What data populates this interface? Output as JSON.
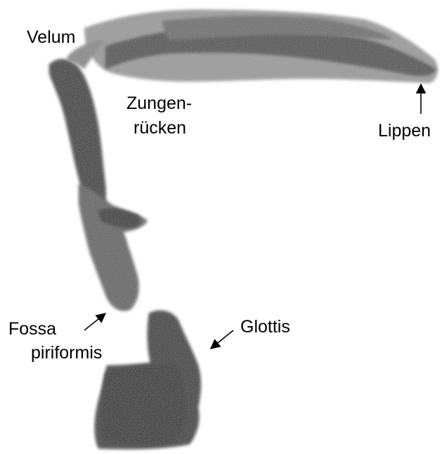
{
  "labels": {
    "velum": "Velum",
    "zungenruecken_line1": "Zungen-",
    "zungenruecken_line2": "rücken",
    "lippen": "Lippen",
    "fossa_line1": "Fossa",
    "fossa_line2": "piriformis",
    "glottis": "Glottis"
  },
  "colors": {
    "tract_light": "#9a9a9a",
    "tract_mid": "#5f5f5f",
    "tract_dark": "#2e2e2e",
    "tract_black": "#161616",
    "text": "#000000",
    "background": "#ffffff"
  }
}
